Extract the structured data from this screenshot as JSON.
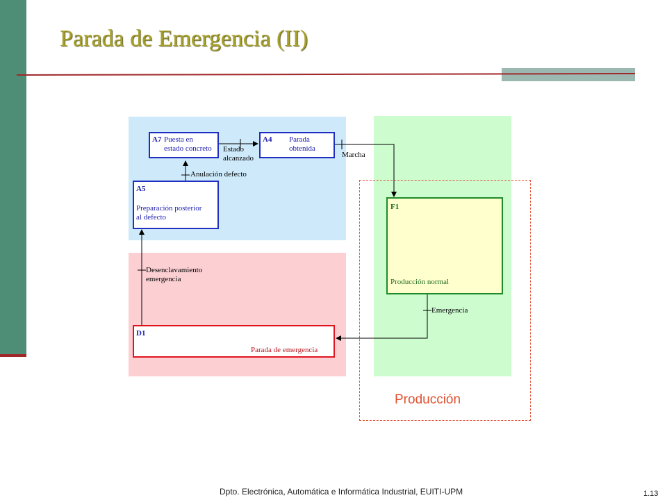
{
  "slide": {
    "title": "Parada de Emergencia (II)",
    "footer": "Dpto. Electrónica, Automática e Informática Industrial, EUITI-UPM",
    "page_number": "1.13"
  },
  "diagram": {
    "steps": [
      {
        "id": "A7",
        "text": "Puesta en\nestado concreto"
      },
      {
        "id": "A4",
        "text": "Parada\nobtenida"
      },
      {
        "id": "A5",
        "text": "Preparación posterior\nal defecto"
      },
      {
        "id": "D1",
        "text": "Parada de emergencia"
      },
      {
        "id": "F1",
        "text": "Producción normal"
      }
    ],
    "transitions": [
      {
        "label": "Estado\nalcanzado"
      },
      {
        "label": "Marcha"
      },
      {
        "label": "Anulación defecto"
      },
      {
        "label": "Desenclavamiento\nemergencia"
      },
      {
        "label": "Emergencia"
      }
    ],
    "group_label": "Producción"
  },
  "colors": {
    "title": "#a7a129",
    "side_bar": "#4e8e76",
    "rule": "#a0282a",
    "security_zone": "#cde9fa",
    "failure_zone": "#fccfd3",
    "production_zone": "#cdfccf",
    "group_border": "#e0533a"
  }
}
